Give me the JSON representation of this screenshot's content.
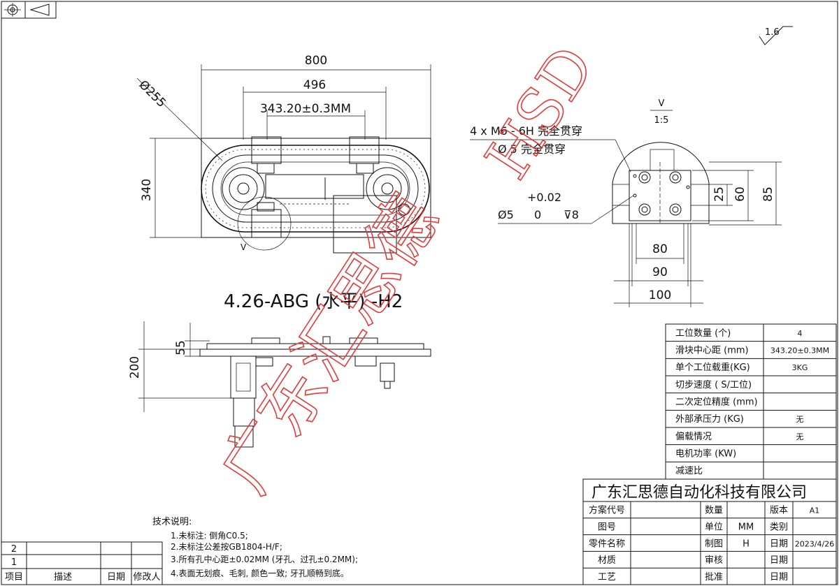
{
  "title_block": {
    "projection_symbol": "projection-icon",
    "roughness": "1.6"
  },
  "top_view": {
    "dim_800": "800",
    "dim_496": "496",
    "dim_343": "343.20±0.3MM",
    "dim_340": "340",
    "dim_255": "Ø255",
    "view_label": "V"
  },
  "detail_view": {
    "label_v": "V",
    "label_scale": "1:5",
    "note1": "4 x  M6 - 6H 完全贯穿",
    "note2": "Ø 5 完全贯穿",
    "tol": "+0.02",
    "note3_a": "Ø5",
    "note3_b": "0",
    "note3_c": "⊽8",
    "dim_25": "25",
    "dim_60": "60",
    "dim_85": "85",
    "dim_80": "80",
    "dim_90": "90",
    "dim_100": "100"
  },
  "model_name": "4.26-ABG (水平) -H2",
  "side_view": {
    "dim_55": "55",
    "dim_200": "200"
  },
  "spec_table": [
    {
      "label": "工位数量 (个)",
      "value": "4"
    },
    {
      "label": "滑块中心距 (mm)",
      "value": "343.20±0.3MM"
    },
    {
      "label": "单个工位载重(KG)",
      "value": "3KG"
    },
    {
      "label": "切步速度 ( S/工位)",
      "value": ""
    },
    {
      "label": "二次定位精度 (mm)",
      "value": ""
    },
    {
      "label": "外部承压力 (KG)",
      "value": "无"
    },
    {
      "label": "偏载情况",
      "value": "无"
    },
    {
      "label": "电机功率 (KW)",
      "value": ""
    },
    {
      "label": "减速比",
      "value": ""
    }
  ],
  "company": "广东汇思德自动化科技有限公司",
  "info_block": {
    "r1": [
      "方案代号",
      "",
      "数量",
      "",
      "版本",
      "A1"
    ],
    "r2": [
      "图号",
      "",
      "单位",
      "MM",
      "类别",
      ""
    ],
    "r3": [
      "零件名称",
      "",
      "制图",
      "H",
      "日期",
      "2023/4/26"
    ],
    "r4": [
      "材质",
      "",
      "审核",
      "",
      "日期",
      ""
    ],
    "r5": [
      "工艺",
      "",
      "批准",
      "",
      "日期",
      ""
    ]
  },
  "tech_notes": {
    "heading": "技术说明:",
    "lines": [
      "1.未标注: 倒角C0.5;",
      "2.未标注公差按GB1804-H/F;",
      "3.所有孔中心距±0.02MM (牙孔、过孔±0.2MM);",
      "4.表面无划痕、毛刺, 颜色一致; 牙孔顺畅到底。"
    ]
  },
  "revision_table": {
    "rows": [
      "2",
      "1"
    ],
    "headers": [
      "项目",
      "描述",
      "日期",
      "修改人"
    ]
  },
  "watermark": {
    "company": "广东汇思德",
    "brand": "HSD"
  }
}
